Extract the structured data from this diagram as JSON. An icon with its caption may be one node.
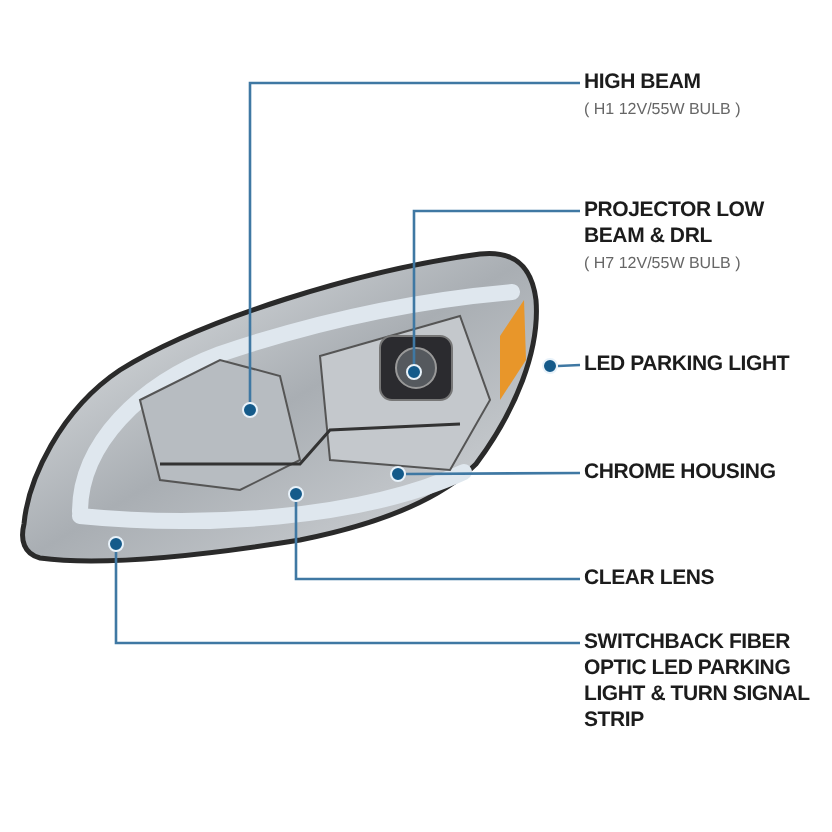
{
  "diagram": {
    "nodes": [
      {
        "text": [
          "HIGH BEAM",
          "( H1 12V/55W BULB )"
        ]
      },
      {
        "text": [
          "PROJECTOR LOW BEAM & DRL",
          "( H7 12V/55W BULB )"
        ]
      },
      {
        "text": [
          "LED PARKING LIGHT"
        ]
      },
      {
        "text": [
          "CHROME HOUSING"
        ]
      },
      {
        "text": [
          "CLEAR LENS"
        ]
      },
      {
        "text": [
          "SWITCHBACK FIBER OPTIC LED PARKING LIGHT & TURN SIGNAL STRIP"
        ]
      },
      {
        "text": [],
        "shape": "circle"
      },
      {
        "text": [],
        "shape": "circle"
      },
      {
        "text": [],
        "shape": "circle"
      },
      {
        "text": [],
        "shape": "circle"
      },
      {
        "text": [],
        "shape": "circle"
      },
      {
        "text": [],
        "shape": "circle"
      }
    ],
    "edges": [
      {
        "from": 0,
        "to": 6,
        "arrow": "none"
      },
      {
        "from": 1,
        "to": 7,
        "arrow": "none"
      },
      {
        "from": 2,
        "to": 8,
        "arrow": "none"
      },
      {
        "from": 3,
        "to": 9,
        "arrow": "none"
      },
      {
        "from": 4,
        "to": 10,
        "arrow": "none"
      },
      {
        "from": 5,
        "to": 11,
        "arrow": "none"
      }
    ]
  }
}
